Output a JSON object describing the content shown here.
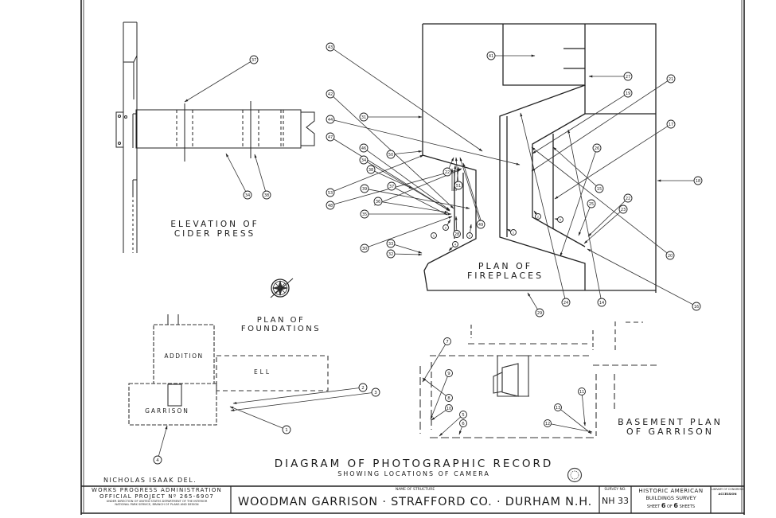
{
  "drawings": {
    "cider_press": {
      "title_line1": "ELEVATION OF",
      "title_line2": "CIDER PRESS",
      "markers": [
        "37",
        "34",
        "38"
      ]
    },
    "fireplaces": {
      "title_line1": "PLAN OF",
      "title_line2": "FIREPLACES",
      "markers": [
        "43",
        "42",
        "31",
        "44",
        "47",
        "46",
        "34",
        "38",
        "50",
        "53",
        "39",
        "37",
        "48",
        "36",
        "35",
        "30",
        "33",
        "32",
        "22",
        "51",
        "28",
        "1",
        "2",
        "3",
        "4",
        "49",
        "41",
        "27",
        "21",
        "19",
        "17",
        "18",
        "20",
        "15",
        "22",
        "23",
        "25",
        "2",
        "5",
        "1",
        "26",
        "24",
        "14",
        "29",
        "16"
      ]
    },
    "foundations": {
      "title_line1": "PLAN OF",
      "title_line2": "FOUNDATIONS",
      "room_addition": "ADDITION",
      "room_ell": "ELL",
      "room_garrison": "GARRISON",
      "markers": [
        "1",
        "2",
        "3",
        "4"
      ]
    },
    "basement": {
      "title_line1": "BASEMENT PLAN",
      "title_line2": "OF GARRISON",
      "markers": [
        "5",
        "6",
        "7",
        "8",
        "9",
        "10",
        "11",
        "12",
        "13"
      ]
    },
    "compass": "compass-rose-icon"
  },
  "main_title": {
    "title": "DIAGRAM OF PHOTOGRAPHIC RECORD",
    "subtitle": "SHOWING LOCATIONS OF CAMERA"
  },
  "delineator": "NICHOLAS ISAAK DEL.",
  "title_block": {
    "agency_line1": "WORKS PROGRESS ADMINISTRATION",
    "agency_line2": "OFFICIAL PROJECT Nº 265-6907",
    "agency_line3": "UNDER DIRECTION OF UNITED STATES DEPARTMENT OF THE INTERIOR",
    "agency_line4": "NATIONAL PARK SERVICE, BRANCH OF PLANS AND DESIGN",
    "name_label": "NAME OF STRUCTURE",
    "structure_name": "WOODMAN GARRISON · STRAFFORD CO. · DURHAM N.H.",
    "survey_label": "SURVEY NO.",
    "survey_no": "NH 33",
    "habs_line1": "HISTORIC AMERICAN",
    "habs_line2": "BUILDINGS SURVEY",
    "sheet_label": "SHEET",
    "sheet_no": "6",
    "of_label": "OF",
    "sheet_total": "6",
    "sheets_label": "SHEETS",
    "library_line1": "LIBRARY OF CONGRESS",
    "library_line2": "ACCESSION"
  }
}
